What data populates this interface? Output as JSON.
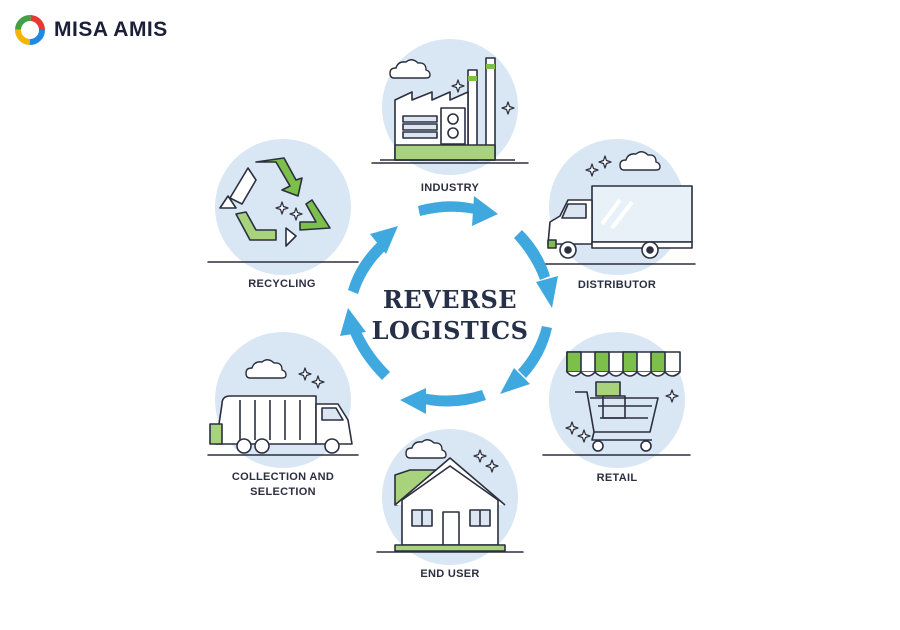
{
  "brand": {
    "name": "MISA AMIS"
  },
  "center": {
    "line1": "REVERSE",
    "line2": "LOGISTICS"
  },
  "stages": {
    "industry": "INDUSTRY",
    "distributor": "DISTRIBUTOR",
    "retail": "RETAIL",
    "end_user": "END USER",
    "collection_line1": "COLLECTION AND",
    "collection_line2": "SELECTION",
    "recycling": "RECYCLING"
  },
  "colors": {
    "arrow": "#3fa9df",
    "circle_bg": "#d9e6f3",
    "accent_green": "#7cbf4a",
    "outline": "#2b2f3f"
  },
  "icons": [
    "factory-icon",
    "truck-icon",
    "shopping-cart-icon",
    "house-icon",
    "garbage-truck-icon",
    "recycle-icon"
  ]
}
